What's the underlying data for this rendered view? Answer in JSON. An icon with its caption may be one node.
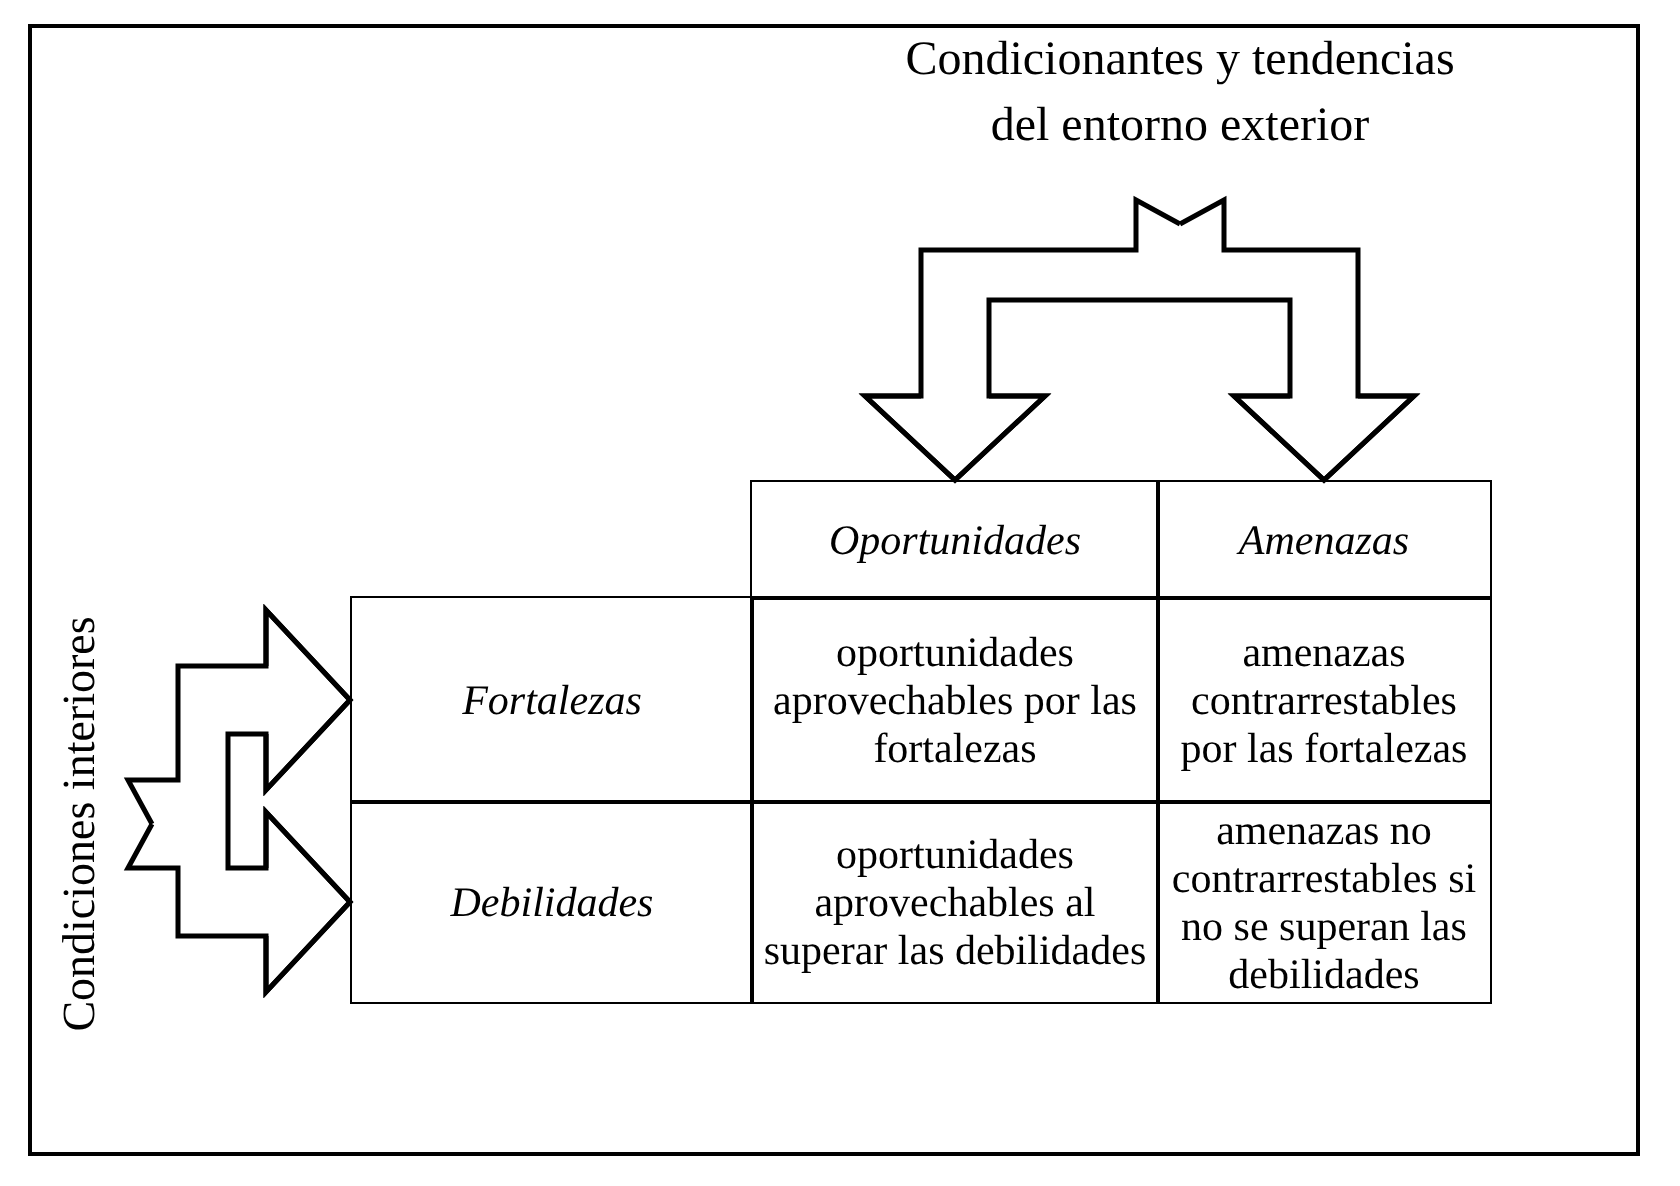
{
  "diagram": {
    "nodes": [
      {
        "text": [
          "Condicionantes y tendencias del entorno exterior"
        ]
      },
      {
        "text": [
          "Oportunidades"
        ]
      },
      {
        "text": [
          "Amenazas"
        ]
      },
      {
        "text": [
          "Condiciones interiores"
        ]
      },
      {
        "text": [
          "Fortalezas"
        ]
      },
      {
        "text": [
          "oportunidades aprovechables por las fortalezas"
        ]
      },
      {
        "text": [
          "amenazas contrarrestables por las fortalezas"
        ]
      },
      {
        "text": [
          "Debilidades"
        ]
      },
      {
        "text": [
          "oportunidades aprovechables al superar las debilidades"
        ]
      },
      {
        "text": [
          "amenazas no contrarrestables si no se superan las debilidades"
        ]
      }
    ],
    "edges": [
      {
        "from": 0,
        "to": 1,
        "arrow": "to"
      },
      {
        "from": 0,
        "to": 2,
        "arrow": "to"
      },
      {
        "from": 3,
        "to": 4,
        "arrow": "to"
      },
      {
        "from": 3,
        "to": 7,
        "arrow": "to"
      }
    ]
  }
}
